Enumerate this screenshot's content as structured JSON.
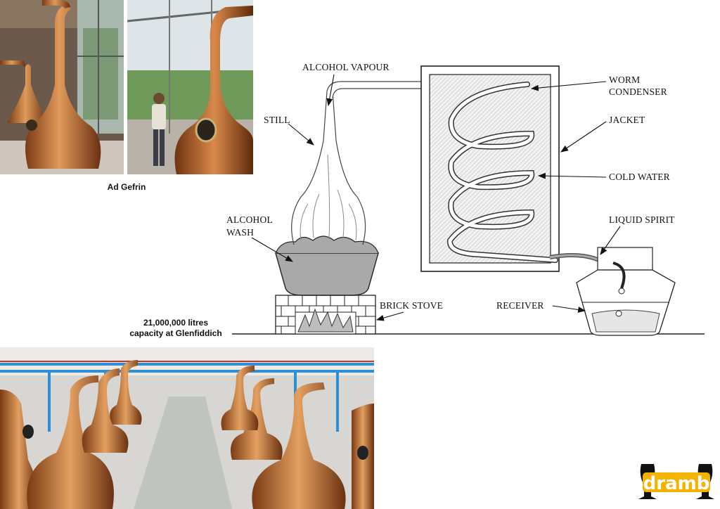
{
  "photos": {
    "top_caption": "Ad Gefrin",
    "capacity_line1": "21,000,000 litres",
    "capacity_line2": "capacity at Glenfiddich"
  },
  "diagram": {
    "labels": {
      "alcohol_vapour": "ALCOHOL  VAPOUR",
      "still": "STILL",
      "worm": "WORM",
      "condenser": "CONDENSER",
      "jacket": "JACKET",
      "cold_water": "COLD WATER",
      "alcohol": "ALCOHOL",
      "wash": "WASH",
      "liquid_spirit": "LIQUID SPIRIT",
      "brick_stove": "BRICK STOVE",
      "receiver": "RECEIVER"
    }
  },
  "logo": {
    "text": "dramb",
    "color": "#f5b301"
  },
  "colors": {
    "copper": "#b5622a",
    "copper_light": "#e8a066",
    "pipe_blue": "#2e8fd6"
  }
}
